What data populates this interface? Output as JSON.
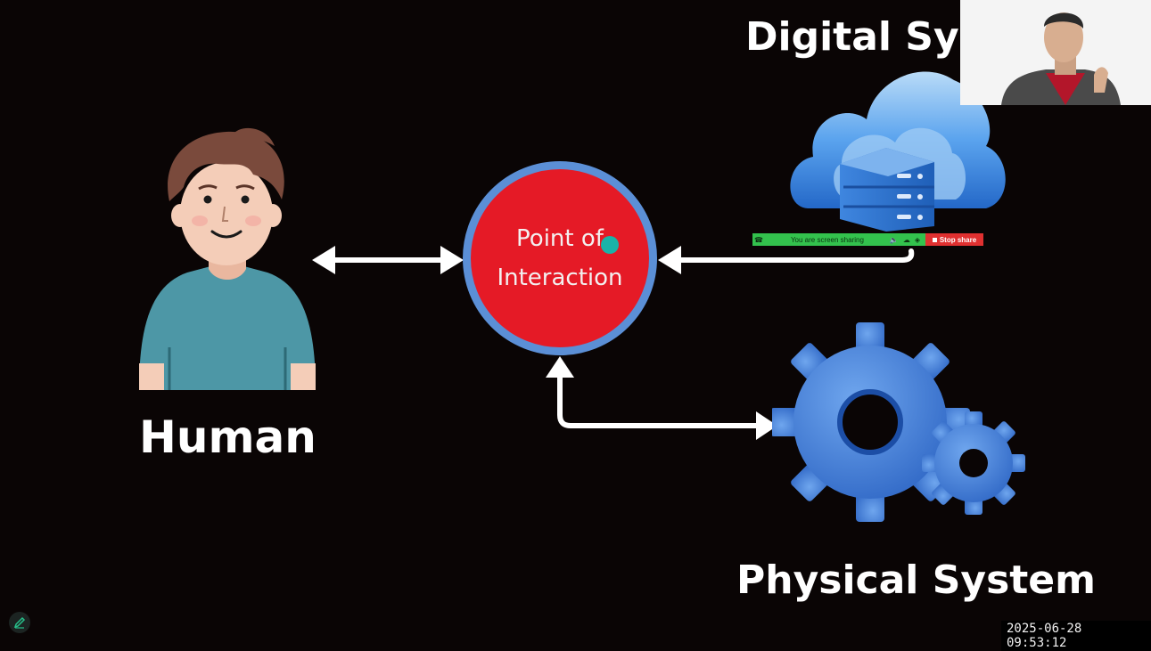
{
  "slide": {
    "human_label": "Human",
    "digital_label": "Digital Syst",
    "physical_label": "Physical System",
    "center_line1": "Point of",
    "center_line2": "Interaction"
  },
  "share_bar": {
    "status_text": "You are screen sharing",
    "stop_label": "Stop share",
    "icons": [
      "phone-icon",
      "speaker-icon",
      "cloud-icon",
      "shield-icon"
    ]
  },
  "overlay": {
    "timestamp": "2025-06-28 09:53:12",
    "annotate_icon": "pen-icon"
  },
  "colors": {
    "background": "#0a0505",
    "center_fill": "#e51a26",
    "center_ring": "#5b8fd6",
    "share_green": "#33c24d",
    "stop_red": "#e03030",
    "accent_blue": "#3f7fd9"
  }
}
